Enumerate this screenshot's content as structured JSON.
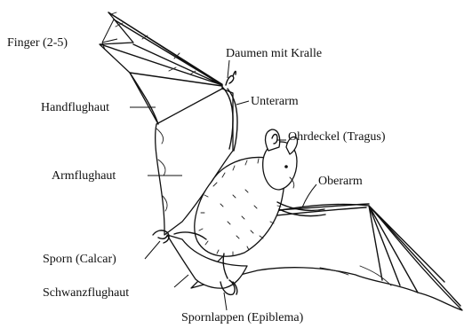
{
  "diagram": {
    "labels": {
      "finger": "Finger (2-5)",
      "daumen": "Daumen mit Kralle",
      "handflughaut": "Handflughaut",
      "unterarm": "Unterarm",
      "ohrdeckel": "Ohrdeckel (Tragus)",
      "armflughaut": "Armflughaut",
      "oberarm": "Oberarm",
      "sporn": "Sporn (Calcar)",
      "schwanzflughaut": "Schwanzflughaut",
      "spornlappen": "Spornlappen (Epiblema)"
    }
  }
}
